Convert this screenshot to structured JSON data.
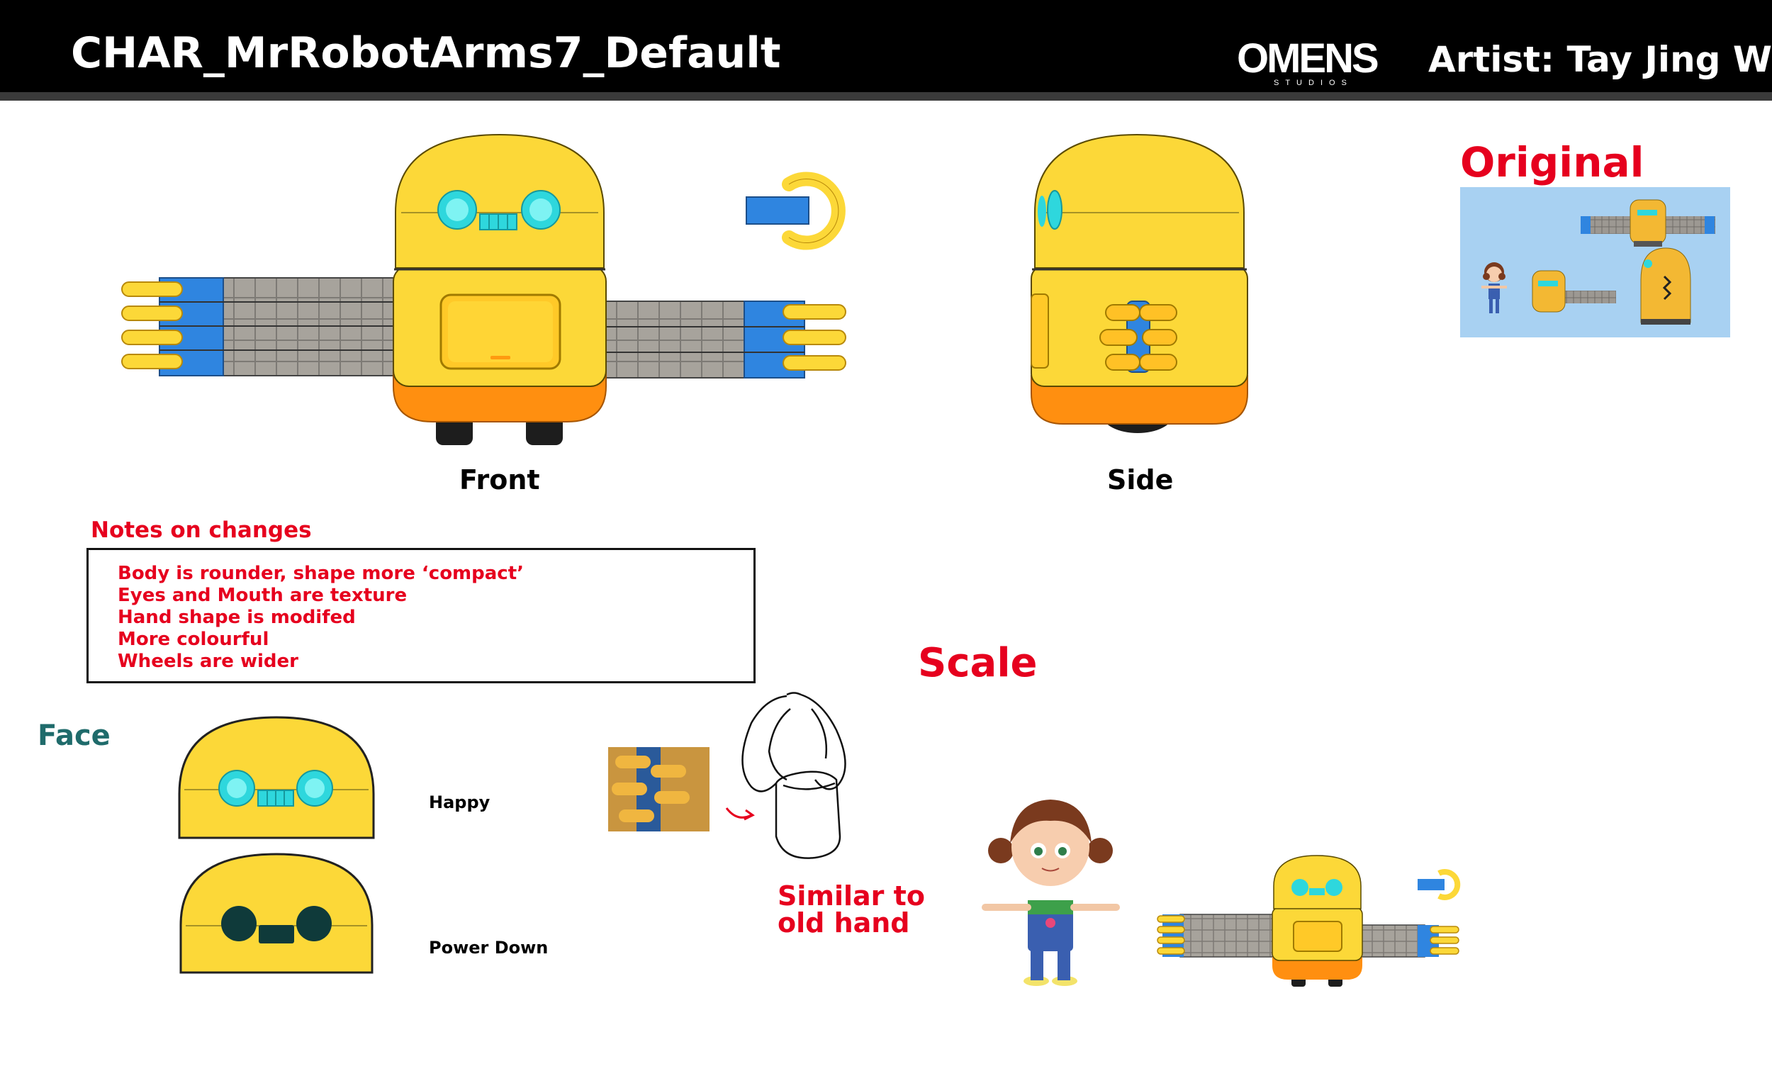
{
  "header": {
    "title": "CHAR_MrRobotArms7_Default",
    "studio_logo": {
      "text": "OMENS",
      "subtext": "STUDIOS"
    },
    "artist": "Artist: Tay Jing Wen"
  },
  "views": {
    "front_label": "Front",
    "side_label": "Side"
  },
  "original": {
    "title": "Original"
  },
  "notes": {
    "title": "Notes on  changes",
    "items": [
      "Body is rounder, shape more ‘compact’",
      "Eyes and Mouth are texture",
      "Hand shape is modifed",
      "More colourful",
      "Wheels are wider"
    ]
  },
  "face": {
    "title": "Face",
    "happy_label": "Happy",
    "power_down_label": "Power Down"
  },
  "hand_reference": {
    "caption_line1": "Similar to",
    "caption_line2": "old hand"
  },
  "scale": {
    "title": "Scale"
  },
  "colors": {
    "body_yellow": "#fcd838",
    "base_orange": "#ff8f10",
    "arm_blue": "#2f85e0",
    "arm_grey": "#a7a39c",
    "eye_cyan": "#2ed7dd",
    "accent_red": "#e6001e",
    "face_title_teal": "#1f6b6b"
  }
}
